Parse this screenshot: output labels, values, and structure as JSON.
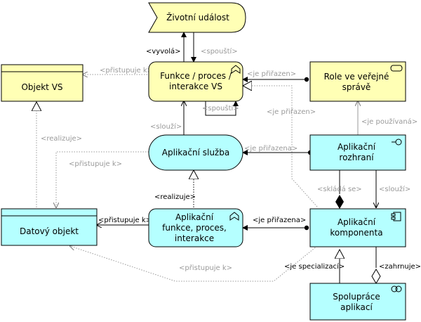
{
  "colors": {
    "business": "#ffffb5",
    "application": "#b5ffff",
    "edge": "#000000",
    "edge_label_grey": "#9a9a9a"
  },
  "nodes": {
    "zivotni_udalost": "Životní událost",
    "funkce_proces": [
      "Funkce / proces /",
      "interakce VS"
    ],
    "objekt_vs": "Objekt VS",
    "role": [
      "Role ve veřejné",
      "správě"
    ],
    "aplikacni_sluzba": "Aplikační služba",
    "aplikacni_rozhrani": [
      "Aplikační",
      "rozhraní"
    ],
    "datovy_objekt": "Datový objekt",
    "aplikacni_funkce": [
      "Aplikační",
      "funkce, proces,",
      "interakce"
    ],
    "aplikacni_komponenta": [
      "Aplikační",
      "komponenta"
    ],
    "spoluprace": [
      "Spolupráce",
      "aplikací"
    ]
  },
  "edge_labels": {
    "vyvola": "<vyvolá>",
    "spousti_top": "<spouští>",
    "pristupuje_objekt": "<přistupuje k>",
    "je_prirazen_role": "<je přiřazen>",
    "spousti_loop": "<spouští>",
    "je_prirazen_komp": "<je přiřazen>",
    "slouzi_sluzba": "<slouží>",
    "je_pouzivana": "<je používaná>",
    "realizuje_datovy": "<realizuje>",
    "pristupuje_sluzba": "<přistupuje k>",
    "je_prirazena_rozhrani": "<je přiřazena>",
    "sklada_se": "<skládá se>",
    "slouzi_rozhrani": "<slouží>",
    "realizuje_funkce": "<realizuje>",
    "pristupuje_funkce": "<přistupuje k>",
    "je_prirazena_komp": "<je přiřazena>",
    "je_specializaci": "<je specializací>",
    "zahrnuje": "<zahrnuje>",
    "pristupuje_bottom": "<přistupuje k>"
  }
}
